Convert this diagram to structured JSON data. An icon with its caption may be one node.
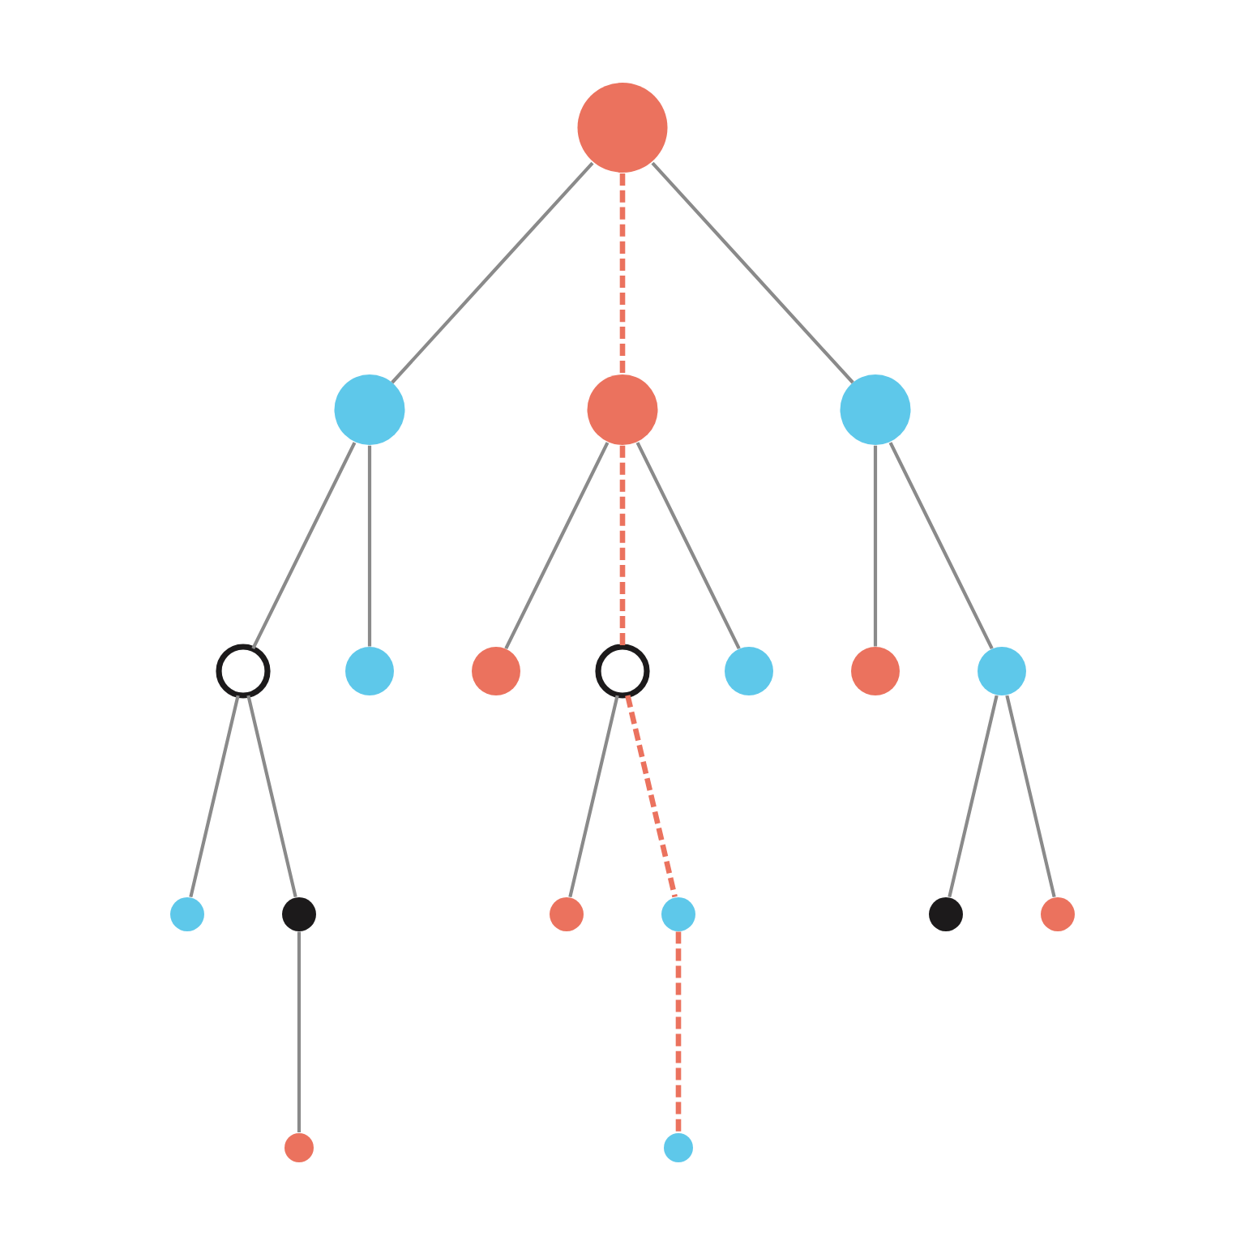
{
  "diagram": {
    "nodes": [
      {
        "text": [],
        "shape": "circle"
      },
      {
        "text": [],
        "shape": "circle"
      },
      {
        "text": [],
        "shape": "circle"
      },
      {
        "text": [],
        "shape": "circle"
      },
      {
        "text": [],
        "shape": "circle"
      },
      {
        "text": [],
        "shape": "circle"
      },
      {
        "text": [],
        "shape": "circle"
      },
      {
        "text": [],
        "shape": "circle"
      },
      {
        "text": [],
        "shape": "circle"
      },
      {
        "text": [],
        "shape": "circle"
      },
      {
        "text": [],
        "shape": "circle"
      },
      {
        "text": [],
        "shape": "circle"
      },
      {
        "text": [],
        "shape": "circle"
      },
      {
        "text": [],
        "shape": "circle"
      },
      {
        "text": [],
        "shape": "circle"
      },
      {
        "text": [],
        "shape": "circle"
      },
      {
        "text": [],
        "shape": "circle"
      },
      {
        "text": [],
        "shape": "circle"
      },
      {
        "text": [],
        "shape": "circle"
      }
    ],
    "edges": [
      {
        "from": 0,
        "to": 1,
        "arrow": "none"
      },
      {
        "from": 0,
        "to": 2,
        "arrow": "none",
        "style": "dashed",
        "color": "#eb725e"
      },
      {
        "from": 0,
        "to": 3,
        "arrow": "none"
      },
      {
        "from": 1,
        "to": 4,
        "arrow": "none"
      },
      {
        "from": 1,
        "to": 5,
        "arrow": "none"
      },
      {
        "from": 2,
        "to": 6,
        "arrow": "none"
      },
      {
        "from": 2,
        "to": 7,
        "arrow": "none",
        "style": "dashed",
        "color": "#eb725e"
      },
      {
        "from": 2,
        "to": 8,
        "arrow": "none"
      },
      {
        "from": 3,
        "to": 9,
        "arrow": "none"
      },
      {
        "from": 3,
        "to": 10,
        "arrow": "none"
      },
      {
        "from": 4,
        "to": 11,
        "arrow": "none"
      },
      {
        "from": 4,
        "to": 12,
        "arrow": "none"
      },
      {
        "from": 7,
        "to": 13,
        "arrow": "none"
      },
      {
        "from": 7,
        "to": 14,
        "arrow": "none",
        "style": "dashed",
        "color": "#eb725e"
      },
      {
        "from": 10,
        "to": 15,
        "arrow": "none"
      },
      {
        "from": 10,
        "to": 16,
        "arrow": "none"
      },
      {
        "from": 12,
        "to": 17,
        "arrow": "none"
      },
      {
        "from": 14,
        "to": 18,
        "arrow": "none",
        "style": "dashed",
        "color": "#eb725e"
      }
    ]
  }
}
